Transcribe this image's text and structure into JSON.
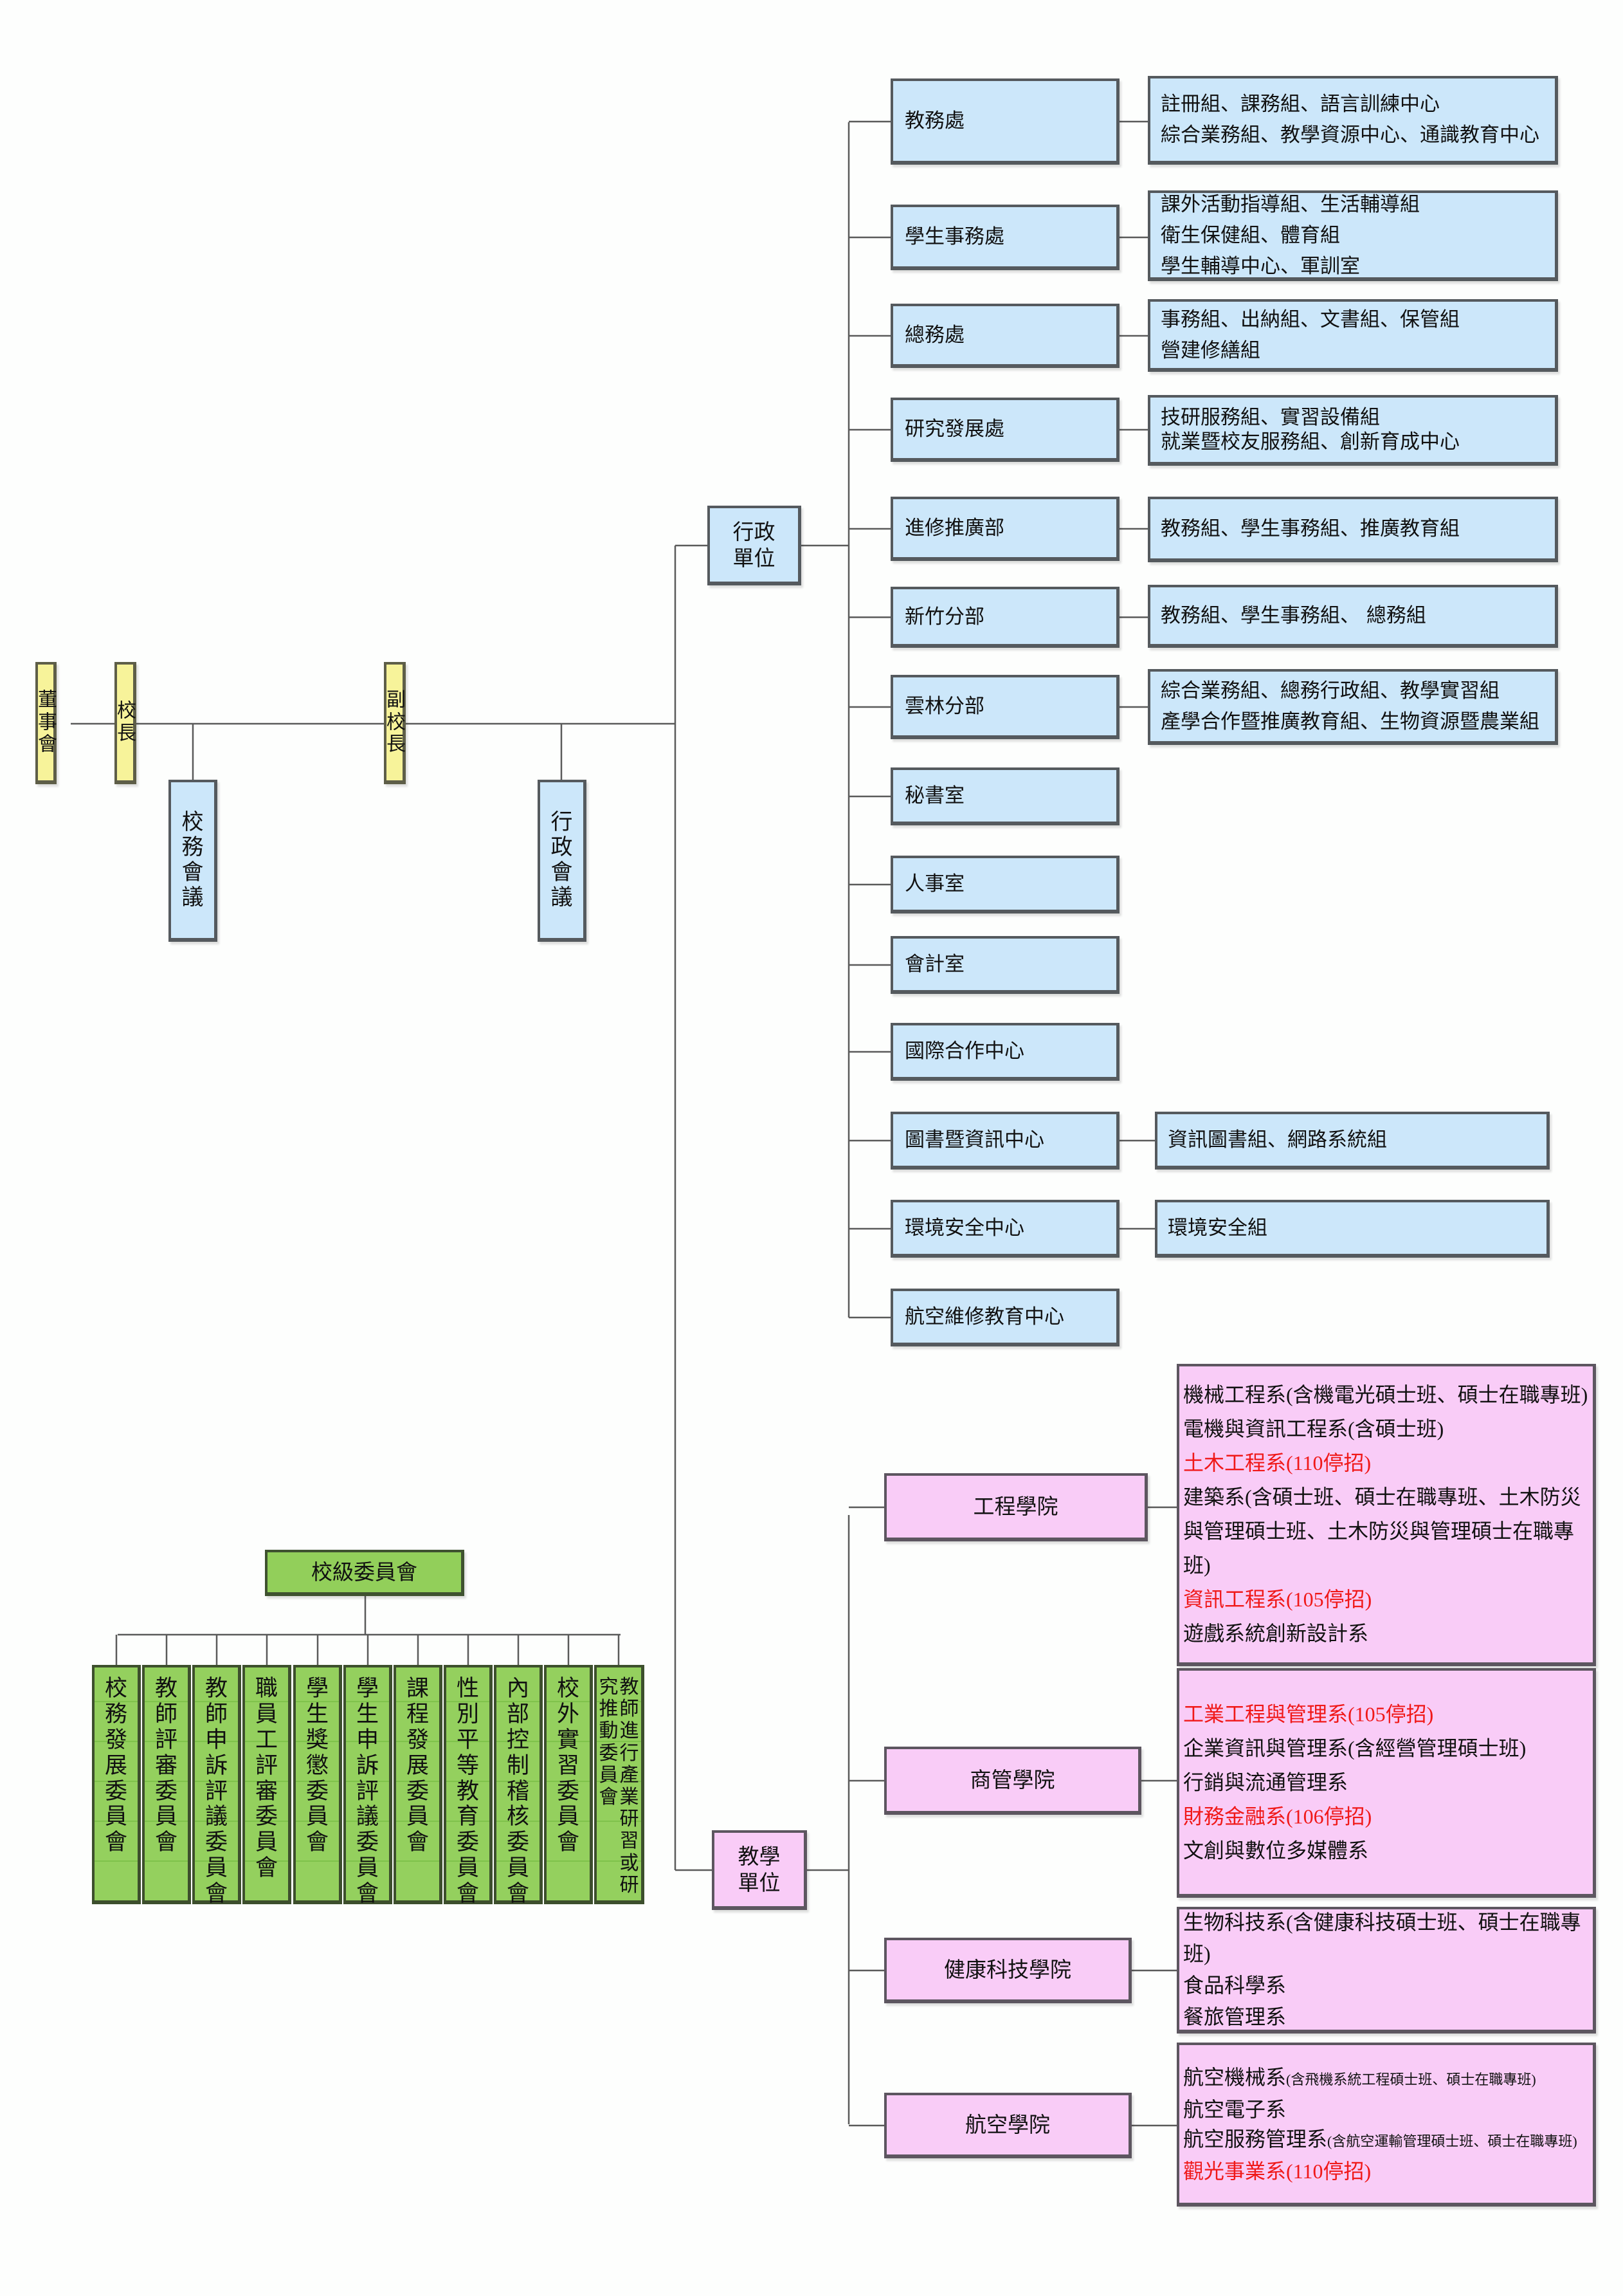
{
  "diagram_title": "學校組織系統圖",
  "colors": {
    "leadership": "#f7f39a",
    "administration": "#cce7fa",
    "academic": "#f9ccf7",
    "committee": "#92cf5a",
    "discontinued_text": "#f01818"
  },
  "leadership": {
    "board": "董事會",
    "president": "校長",
    "vice_president": "副校長",
    "school_affairs_meeting": "校務會議",
    "administrative_meeting": "行政會議"
  },
  "admin": {
    "label_line1": "行政",
    "label_line2": "單位",
    "units": [
      {
        "name": "教務處",
        "subunits": [
          "註冊組、課務組、語言訓練中心",
          "綜合業務組、教學資源中心、通識教育中心"
        ]
      },
      {
        "name": "學生事務處",
        "subunits": [
          "課外活動指導組、生活輔導組",
          "衛生保健組、體育組",
          "學生輔導中心、軍訓室"
        ]
      },
      {
        "name": "總務處",
        "subunits": [
          "事務組、出納組、文書組、保管組",
          "營建修繕組"
        ]
      },
      {
        "name": "研究發展處",
        "subunits": [
          "技研服務組、實習設備組",
          "就業暨校友服務組、創新育成中心"
        ]
      },
      {
        "name": "進修推廣部",
        "subunits": [
          "教務組、學生事務組、推廣教育組"
        ]
      },
      {
        "name": "新竹分部",
        "subunits": [
          "教務組、學生事務組、 總務組"
        ]
      },
      {
        "name": "雲林分部",
        "subunits": [
          "綜合業務組、總務行政組、教學實習組",
          "產學合作暨推廣教育組、生物資源暨農業組"
        ]
      },
      {
        "name": "秘書室",
        "subunits": []
      },
      {
        "name": "人事室",
        "subunits": []
      },
      {
        "name": "會計室",
        "subunits": []
      },
      {
        "name": "國際合作中心",
        "subunits": []
      },
      {
        "name": "圖書暨資訊中心",
        "subunits": [
          "資訊圖書組、網路系統組"
        ]
      },
      {
        "name": "環境安全中心",
        "subunits": [
          "環境安全組"
        ]
      },
      {
        "name": "航空維修教育中心",
        "subunits": []
      }
    ]
  },
  "academic": {
    "label_line1": "教學",
    "label_line2": "單位",
    "colleges": [
      {
        "name": "工程學院",
        "departments": [
          {
            "text": "機械工程系(含機電光碩士班、碩士在職專班)",
            "discontinued": false
          },
          {
            "text": "電機與資訊工程系(含碩士班)",
            "discontinued": false
          },
          {
            "text": "土木工程系(110停招)",
            "discontinued": true
          },
          {
            "text": "建築系(含碩士班、碩士在職專班、土木防災與管理碩士班、土木防災與管理碩士在職專班)",
            "discontinued": false
          },
          {
            "text": "資訊工程系(105停招)",
            "discontinued": true
          },
          {
            "text": "遊戲系統創新設計系",
            "discontinued": false
          }
        ]
      },
      {
        "name": "商管學院",
        "departments": [
          {
            "text": "工業工程與管理系(105停招)",
            "discontinued": true
          },
          {
            "text": "企業資訊與管理系(含經營管理碩士班)",
            "discontinued": false
          },
          {
            "text": "行銷與流通管理系",
            "discontinued": false
          },
          {
            "text": "財務金融系(106停招)",
            "discontinued": true
          },
          {
            "text": "文創與數位多媒體系",
            "discontinued": false
          }
        ]
      },
      {
        "name": "健康科技學院",
        "departments": [
          {
            "text": "生物科技系(含健康科技碩士班、碩士在職專班)",
            "discontinued": false
          },
          {
            "text": "食品科學系",
            "discontinued": false
          },
          {
            "text": "餐旅管理系",
            "discontinued": false
          }
        ]
      },
      {
        "name": "航空學院",
        "departments": [
          {
            "text": "航空機械系",
            "note": "(含飛機系統工程碩士班、碩士在職專班)",
            "discontinued": false
          },
          {
            "text": "航空電子系",
            "discontinued": false
          },
          {
            "text": "航空服務管理系",
            "note": "(含航空運輸管理碩士班、碩士在職專班)",
            "discontinued": false
          },
          {
            "text": "觀光事業系(110停招)",
            "discontinued": true
          }
        ]
      }
    ]
  },
  "committees": {
    "title": "校級委員會",
    "items": [
      "校務發展委員會",
      "教師評審委員會",
      "教師申訴評議委員會",
      "職員工評審委員會",
      "學生獎懲委員會",
      "學生申訴評議委員會",
      "課程發展委員會",
      "性別平等教育委員會",
      "內部控制稽核委員會",
      "校外實習委員會",
      "教師進行產業研習或研究推動委員會"
    ]
  }
}
